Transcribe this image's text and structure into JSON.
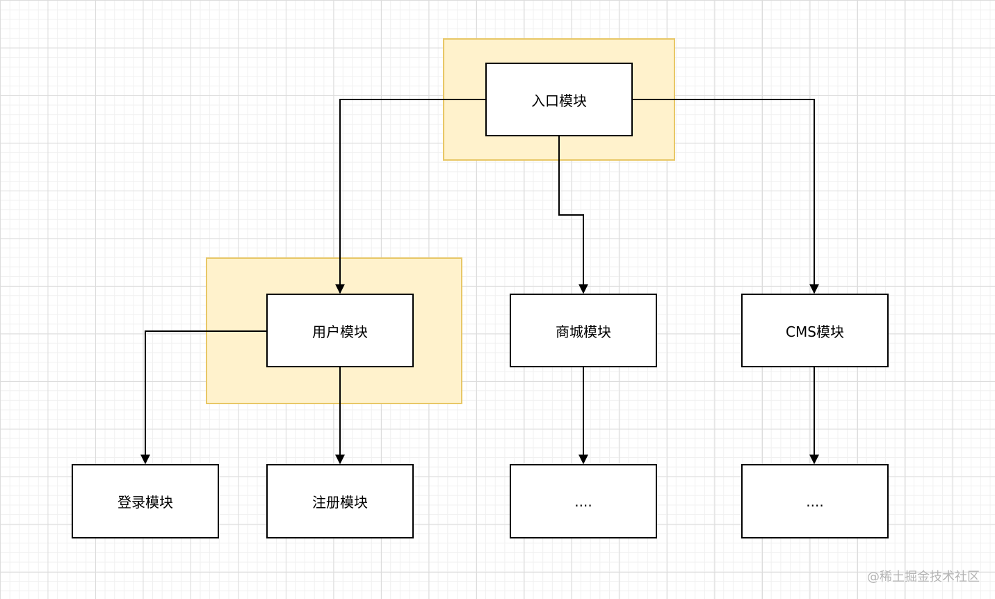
{
  "diagram": {
    "nodes": {
      "entry": "入口模块",
      "user": "用户模块",
      "mall": "商城模块",
      "cms": "CMS模块",
      "login": "登录模块",
      "register": "注册模块",
      "mall_more": "....",
      "cms_more": "...."
    },
    "edges": [
      [
        "entry",
        "user"
      ],
      [
        "entry",
        "mall"
      ],
      [
        "entry",
        "cms"
      ],
      [
        "user",
        "login"
      ],
      [
        "user",
        "register"
      ],
      [
        "mall",
        "mall_more"
      ],
      [
        "cms",
        "cms_more"
      ]
    ],
    "highlighted": [
      "entry",
      "user"
    ],
    "colors": {
      "highlight_fill": "#fff2cc",
      "highlight_border": "#e8c766",
      "edge": "#000000"
    }
  },
  "watermark": "@稀土掘金技术社区"
}
